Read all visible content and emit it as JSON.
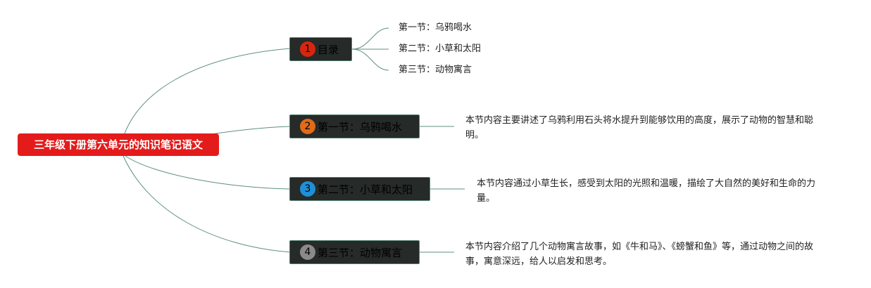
{
  "mindmap": {
    "root": {
      "label": "三年级下册第六单元的知识笔记语文",
      "color": "#e41b1b"
    },
    "branches": [
      {
        "number": "1",
        "label": "目录",
        "badge_color": "#d7260f",
        "children": [
          "第一节：乌鸦喝水",
          "第二节：小草和太阳",
          "第三节：动物寓言"
        ]
      },
      {
        "number": "2",
        "label": "第一节：乌鸦喝水",
        "badge_color": "#e06b18",
        "description": "本节内容主要讲述了乌鸦利用石头将水提升到能够饮用的高度，展示了动物的智慧和聪明。"
      },
      {
        "number": "3",
        "label": "第二节：小草和太阳",
        "badge_color": "#1f8fd6",
        "description": "本节内容通过小草生长，感受到太阳的光照和温暖，描绘了大自然的美好和生命的力量。"
      },
      {
        "number": "4",
        "label": "第三节：动物寓言",
        "badge_color": "#8a8a8a",
        "description": "本节内容介绍了几个动物寓言故事，如《牛和马》、《螃蟹和鱼》等，通过动物之间的故事，寓意深远，给人以启发和思考。"
      }
    ],
    "line_color": "#5f8f7e",
    "branch_fill": "#262a29",
    "branch_border": "#4e7e6c"
  }
}
